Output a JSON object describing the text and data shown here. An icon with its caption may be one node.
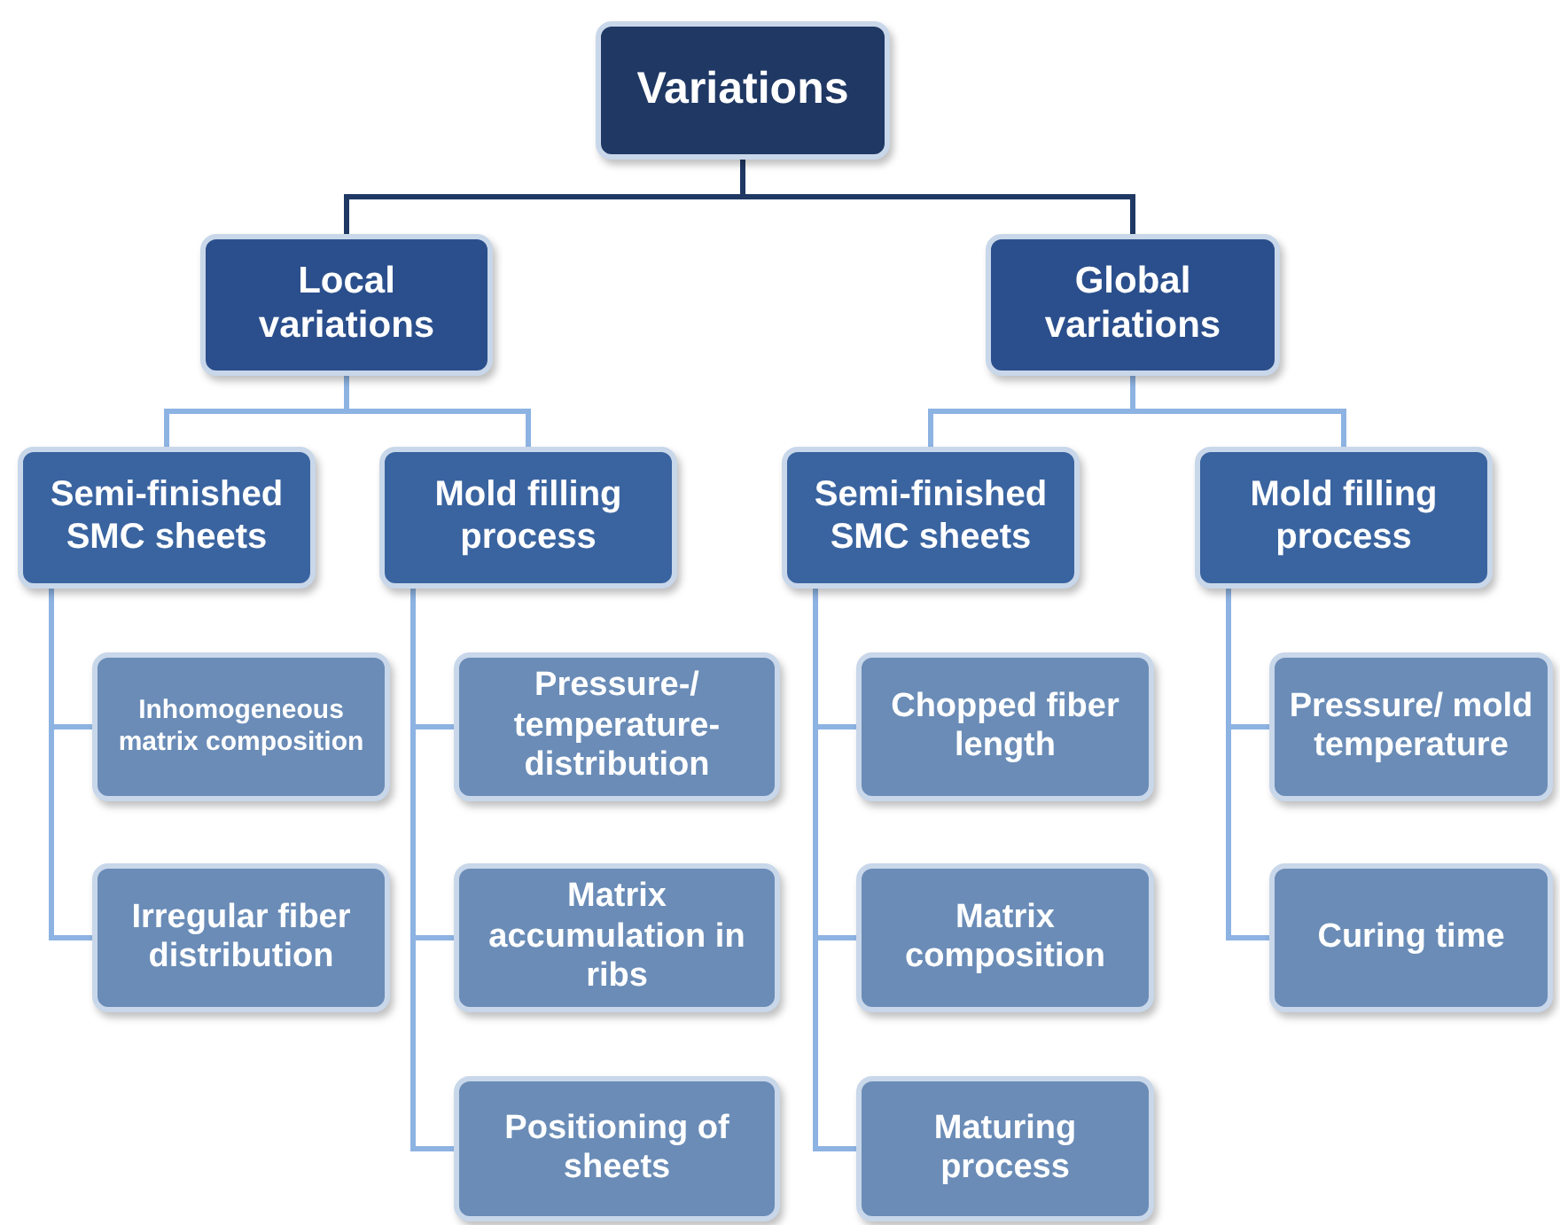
{
  "diagram": {
    "nodes": [
      {
        "text": [
          "Variations"
        ]
      },
      {
        "text": [
          "Local variations"
        ]
      },
      {
        "text": [
          "Global variations"
        ]
      },
      {
        "text": [
          "Semi-finished SMC sheets"
        ]
      },
      {
        "text": [
          "Mold filling process"
        ]
      },
      {
        "text": [
          "Semi-finished SMC sheets"
        ]
      },
      {
        "text": [
          "Mold filling process"
        ]
      },
      {
        "text": [
          "Inhomogeneous matrix composition"
        ]
      },
      {
        "text": [
          "Irregular fiber distribution"
        ]
      },
      {
        "text": [
          "Pressure-/ temperature-distribution"
        ]
      },
      {
        "text": [
          "Matrix accumulation in ribs"
        ]
      },
      {
        "text": [
          "Positioning of sheets"
        ]
      },
      {
        "text": [
          "Chopped fiber length"
        ]
      },
      {
        "text": [
          "Matrix composition"
        ]
      },
      {
        "text": [
          "Maturing process"
        ]
      },
      {
        "text": [
          "Pressure/ mold temperature"
        ]
      },
      {
        "text": [
          "Curing time"
        ]
      }
    ],
    "edges": [
      {
        "from": 0,
        "to": 1,
        "arrow": "none",
        "color": "#1f3864"
      },
      {
        "from": 0,
        "to": 2,
        "arrow": "none",
        "color": "#1f3864"
      },
      {
        "from": 1,
        "to": 3,
        "arrow": "none"
      },
      {
        "from": 1,
        "to": 4,
        "arrow": "none"
      },
      {
        "from": 2,
        "to": 5,
        "arrow": "none"
      },
      {
        "from": 2,
        "to": 6,
        "arrow": "none"
      },
      {
        "from": 3,
        "to": 7,
        "arrow": "none"
      },
      {
        "from": 3,
        "to": 8,
        "arrow": "none"
      },
      {
        "from": 4,
        "to": 9,
        "arrow": "none"
      },
      {
        "from": 4,
        "to": 10,
        "arrow": "none"
      },
      {
        "from": 4,
        "to": 11,
        "arrow": "none"
      },
      {
        "from": 5,
        "to": 12,
        "arrow": "none"
      },
      {
        "from": 5,
        "to": 13,
        "arrow": "none"
      },
      {
        "from": 5,
        "to": 14,
        "arrow": "none"
      },
      {
        "from": 6,
        "to": 15,
        "arrow": "none"
      },
      {
        "from": 6,
        "to": 16,
        "arrow": "none"
      }
    ]
  }
}
